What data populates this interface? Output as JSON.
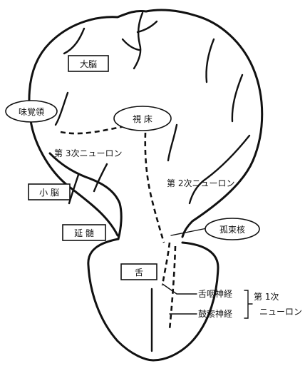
{
  "labels": {
    "cerebrum": "大脳",
    "taste_area": "味覚領",
    "thalamus": "視 床",
    "third_neuron": "第 3次ニューロン",
    "cerebellum": "小 脳",
    "second_neuron": "第 2次ニューロン",
    "medulla": "延 髄",
    "solitary_nucleus": "孤束核",
    "tongue": "舌",
    "glossopharyngeal_nerve": "舌咽神経",
    "chorda_tympani": "鼓索神経",
    "first_neuron_a": "第 1次",
    "first_neuron_b": "ニューロン"
  }
}
